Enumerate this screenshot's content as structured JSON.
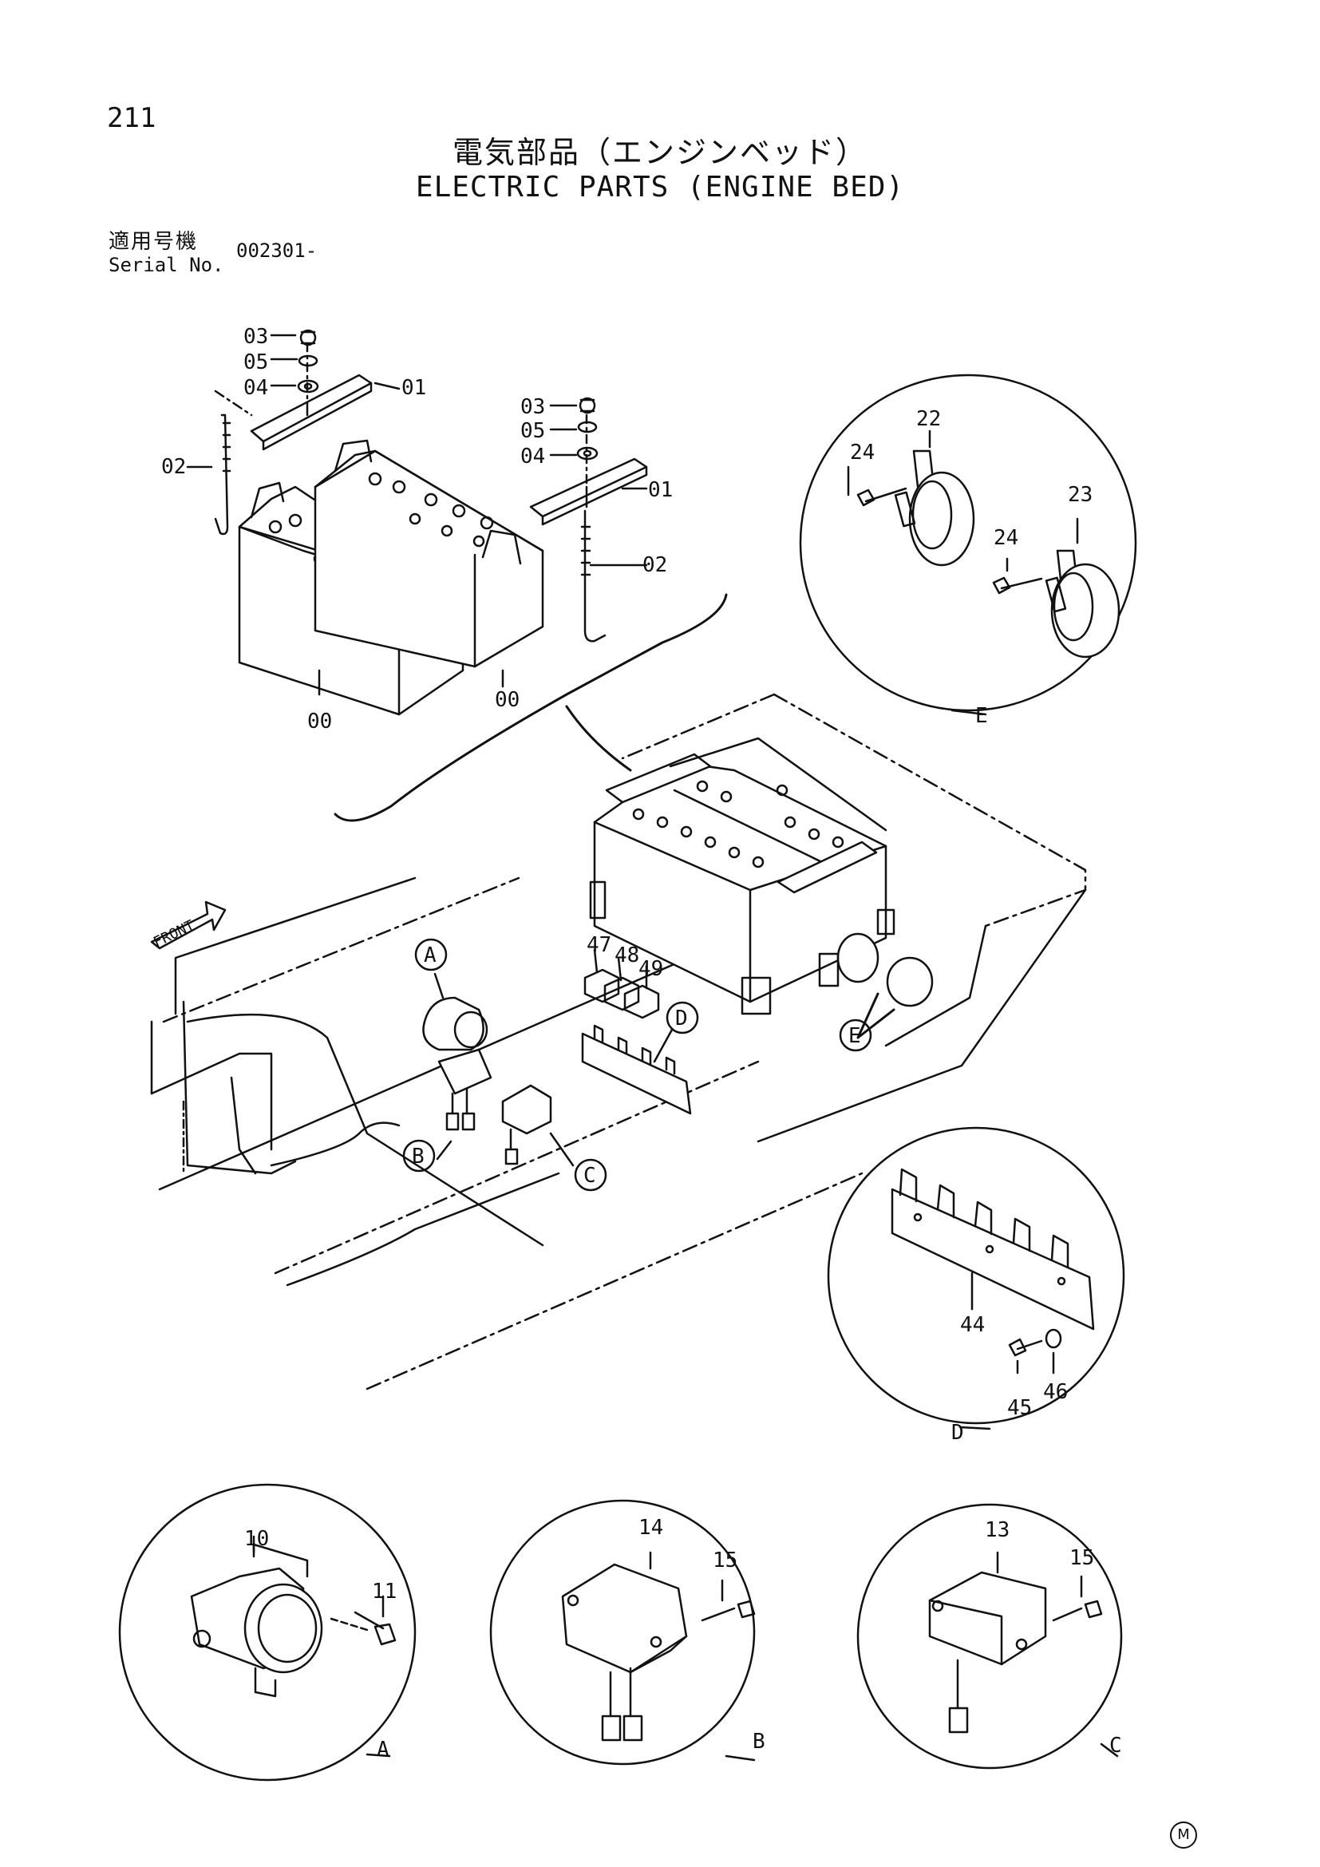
{
  "page_number": "211",
  "title_jp": "電気部品（エンジンベッド）",
  "title_en": "ELECTRIC PARTS (ENGINE BED)",
  "serial": {
    "label_jp": "適用号機",
    "label_en": "Serial No.",
    "value": "002301-"
  },
  "front_label": "FRONT",
  "callouts": {
    "c00": "00",
    "c01": "01",
    "c02": "02",
    "c03": "03",
    "c04": "04",
    "c05": "05",
    "c10": "10",
    "c11": "11",
    "c13": "13",
    "c14": "14",
    "c15": "15",
    "c22": "22",
    "c23": "23",
    "c24": "24",
    "c44": "44",
    "c45": "45",
    "c46": "46",
    "c47": "47",
    "c48": "48",
    "c49": "49"
  },
  "detail_refs": {
    "A": "A",
    "B": "B",
    "C": "C",
    "D": "D",
    "E": "E"
  },
  "maker_mark": "M"
}
